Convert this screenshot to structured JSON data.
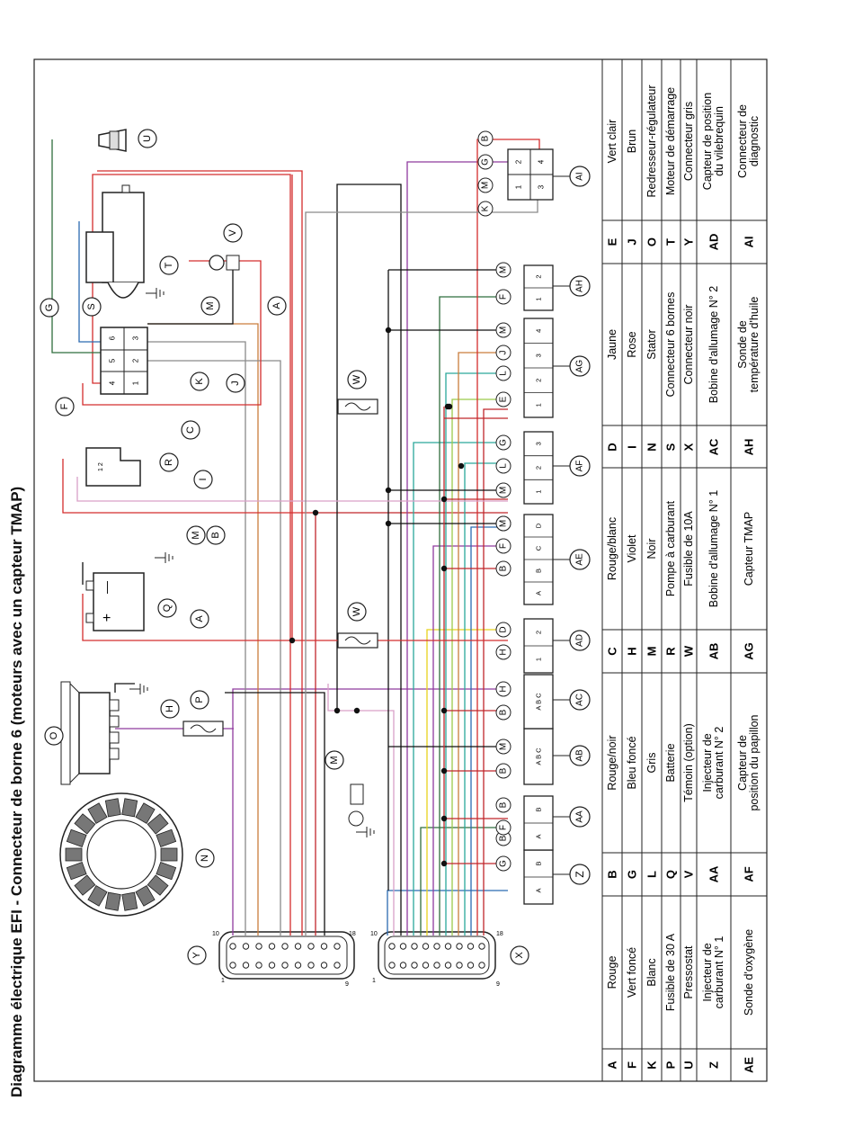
{
  "title": "Diagramme électrique EFI - Connecteur de borne 6 (moteurs avec un capteur TMAP)",
  "wire_colors": {
    "A": "#d42d2d",
    "B": "#c0262b",
    "C": "#d25a50",
    "D": "#e7d21c",
    "E": "#9cc94a",
    "F": "#2f6d3d",
    "G": "#2b6ab0",
    "H": "#8f3a9e",
    "I": "#d9a0c8",
    "J": "#c97d3c",
    "K": "#8a8a8a",
    "L": "#2aa89a",
    "M": "#111111"
  },
  "legend": [
    {
      "code": "A",
      "text": "Rouge"
    },
    {
      "code": "B",
      "text": "Rouge/noir"
    },
    {
      "code": "C",
      "text": "Rouge/blanc"
    },
    {
      "code": "D",
      "text": "Jaune"
    },
    {
      "code": "E",
      "text": "Vert clair"
    },
    {
      "code": "F",
      "text": "Vert foncé"
    },
    {
      "code": "G",
      "text": "Bleu foncé"
    },
    {
      "code": "H",
      "text": "Violet"
    },
    {
      "code": "I",
      "text": "Rose"
    },
    {
      "code": "J",
      "text": "Brun"
    },
    {
      "code": "K",
      "text": "Blanc"
    },
    {
      "code": "L",
      "text": "Gris"
    },
    {
      "code": "M",
      "text": "Noir"
    },
    {
      "code": "N",
      "text": "Stator"
    },
    {
      "code": "O",
      "text": "Redresseur-régulateur"
    },
    {
      "code": "P",
      "text": "Fusible de 30 A"
    },
    {
      "code": "Q",
      "text": "Batterie"
    },
    {
      "code": "R",
      "text": "Pompe à carburant"
    },
    {
      "code": "S",
      "text": "Connecteur 6 bornes"
    },
    {
      "code": "T",
      "text": "Moteur de démarrage"
    },
    {
      "code": "U",
      "text": "Pressostat"
    },
    {
      "code": "V",
      "text": "Témoin (option)"
    },
    {
      "code": "W",
      "text": "Fusible de 10A"
    },
    {
      "code": "X",
      "text": "Connecteur noir"
    },
    {
      "code": "Y",
      "text": "Connecteur gris"
    },
    {
      "code": "Z",
      "text": "Injecteur de carburant N° 1"
    },
    {
      "code": "AA",
      "text": "Injecteur de carburant N° 2"
    },
    {
      "code": "AB",
      "text": "Bobine d'allumage N° 1"
    },
    {
      "code": "AC",
      "text": "Bobine d'allumage N° 2"
    },
    {
      "code": "AD",
      "text": "Capteur de position du vilebrequin"
    },
    {
      "code": "AE",
      "text": "Sonde d'oxygène"
    },
    {
      "code": "AF",
      "text": "Capteur de position du papillon"
    },
    {
      "code": "AG",
      "text": "Capteur TMAP"
    },
    {
      "code": "AH",
      "text": "Sonde de température d'huile"
    },
    {
      "code": "AI",
      "text": "Connecteur de diagnostic"
    }
  ],
  "connectors": {
    "Z": [
      "A",
      "B"
    ],
    "AA": [
      "A",
      "B"
    ],
    "AB": [
      "A B C"
    ],
    "AC": [
      "A B C"
    ],
    "AD": [
      "1",
      "2"
    ],
    "AE": [
      "A",
      "B",
      "C",
      "D"
    ],
    "AF": [
      "1",
      "2",
      "3"
    ],
    "AG": [
      "1",
      "2",
      "3",
      "4"
    ],
    "AH": [
      "1",
      "2"
    ],
    "AI": [
      "1",
      "2",
      "3",
      "4"
    ],
    "S": [
      "1",
      "2",
      "3",
      "4",
      "5",
      "6"
    ],
    "R": [
      "1 2"
    ]
  },
  "ecu": {
    "gray_pin_first": "1",
    "gray_pin_10": "10",
    "gray_pin_9": "9",
    "gray_pin_last": "18",
    "black_pin_first": "1",
    "black_pin_10": "10",
    "black_pin_9": "9",
    "black_pin_last": "18"
  },
  "fuse_wire_color": "H",
  "symbols": {
    "battery_plus": "+",
    "battery_minus": "—"
  },
  "callouts": {
    "stator": "N",
    "rectifier": "O",
    "fuse30": "P",
    "battery": "Q",
    "pump": "R",
    "six_pin": "S",
    "starter": "T",
    "pressure_switch": "U",
    "lamp": "V",
    "fuse10": "W",
    "ecu_black": "X",
    "ecu_gray": "Y",
    "wire_A": "A",
    "wire_B": "B",
    "wire_C": "C",
    "wire_F": "F",
    "wire_G": "G",
    "wire_H": "H",
    "wire_I": "I",
    "wire_J": "J",
    "wire_K": "K",
    "wire_M": "M"
  }
}
